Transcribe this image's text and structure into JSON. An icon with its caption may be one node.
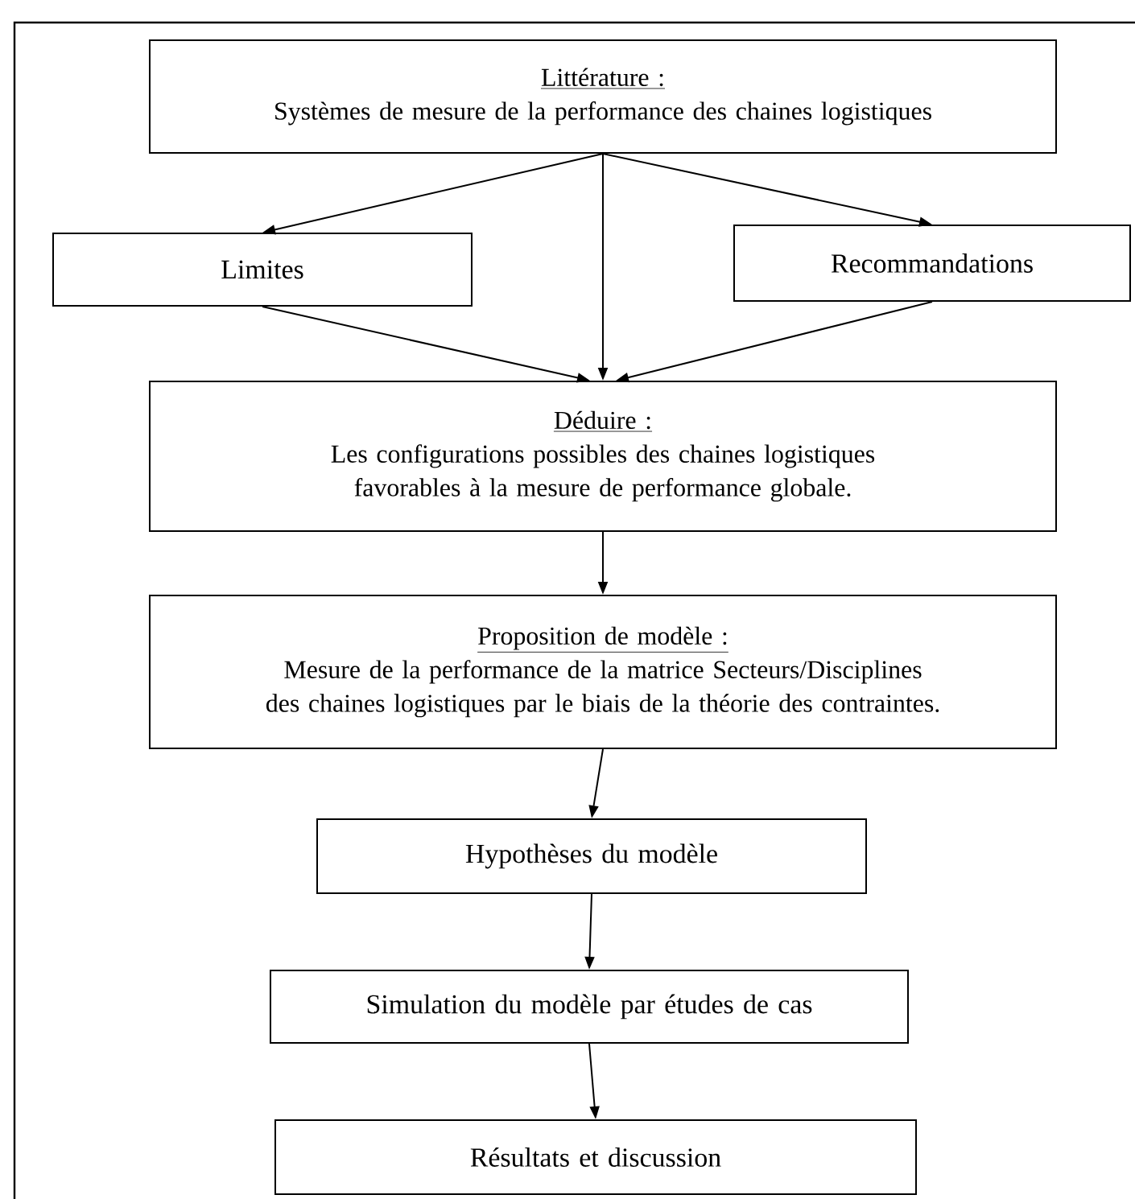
{
  "diagram": {
    "nodes": [
      {
        "text": [
          "Littérature :",
          "Systèmes de mesure de la performance des chaines logistiques"
        ]
      },
      {
        "text": [
          "Limites"
        ]
      },
      {
        "text": [
          "Recommandations"
        ]
      },
      {
        "text": [
          "Déduire :",
          "Les configurations possibles des chaines logistiques favorables à la mesure de performance globale."
        ]
      },
      {
        "text": [
          "Proposition de modèle :",
          "Mesure de la performance de la matrice Secteurs/Disciplines des chaines logistiques par le biais de la théorie des contraintes."
        ]
      },
      {
        "text": [
          "Hypothèses du modèle"
        ]
      },
      {
        "text": [
          "Simulation du modèle par études de cas"
        ]
      },
      {
        "text": [
          "Résultats et discussion"
        ]
      }
    ],
    "edges": [
      {
        "from": 0,
        "to": 1,
        "arrow": "to"
      },
      {
        "from": 0,
        "to": 2,
        "arrow": "to"
      },
      {
        "from": 0,
        "to": 3,
        "arrow": "to"
      },
      {
        "from": 1,
        "to": 3,
        "arrow": "to"
      },
      {
        "from": 2,
        "to": 3,
        "arrow": "to"
      },
      {
        "from": 3,
        "to": 4,
        "arrow": "to"
      },
      {
        "from": 4,
        "to": 5,
        "arrow": "to"
      },
      {
        "from": 5,
        "to": 6,
        "arrow": "to"
      },
      {
        "from": 6,
        "to": 7,
        "arrow": "to"
      }
    ]
  }
}
